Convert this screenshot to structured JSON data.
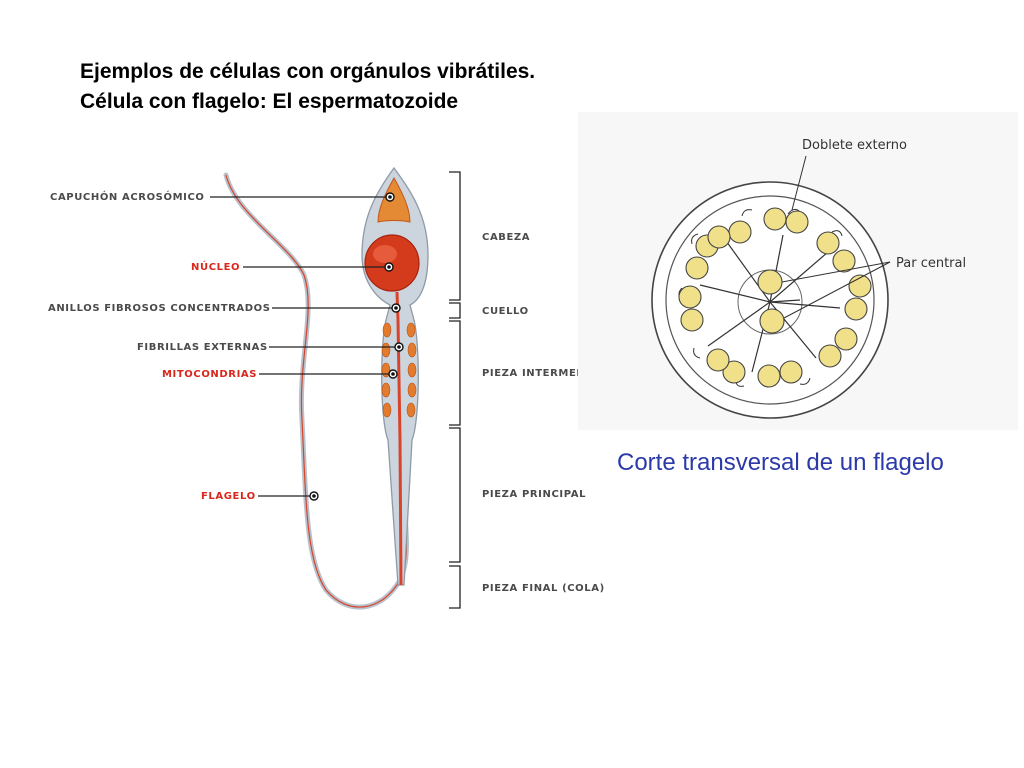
{
  "title": {
    "line1": "Ejemplos de células con orgánulos vibrátiles.",
    "line2": "Célula con flagelo: El espermatozoide"
  },
  "sperm_diagram": {
    "left_labels": {
      "capuchon": "CAPUCHÓN ACROSÓMICO",
      "nucleo": "NÚCLEO",
      "anillos": "ANILLOS FIBROSOS CONCENTRADOS",
      "fibrillas": "FIBRILLAS EXTERNAS",
      "mitocondrias": "MITOCONDRIAS",
      "flagelo": "FLAGELO"
    },
    "right_labels": {
      "cabeza": "CABEZA",
      "cuello": "CUELLO",
      "intermedia": "PIEZA INTERMED",
      "principal": "PIEZA PRINCIPAL",
      "final": "PIEZA FINAL (COLA)"
    },
    "colors": {
      "highlight_label": "#d8271c",
      "body_fill": "#c9d3dc",
      "nucleus": "#d43a1c",
      "acrosome": "#e07a2a"
    }
  },
  "cross_section": {
    "doblete_externo": "Doblete externo",
    "par_central": "Par central",
    "caption": "Corte transversal de un flagelo",
    "colors": {
      "tubule_fill": "#f1e08a",
      "caption": "#2b3aa8"
    }
  }
}
